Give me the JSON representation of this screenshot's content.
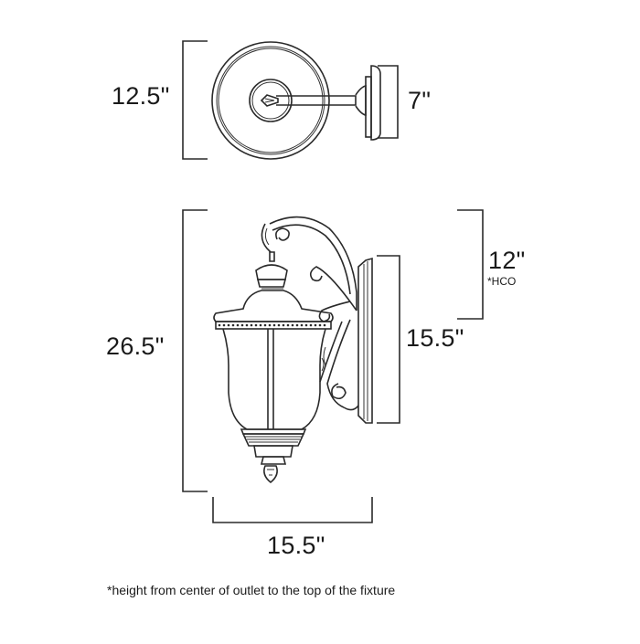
{
  "top_view": {
    "width_label": "12.5\"",
    "depth_label": "7\""
  },
  "side_view": {
    "height_label": "26.5\"",
    "hco_label": "12\"",
    "hco_note": "*HCO",
    "backplate_label": "15.5\"",
    "width_label": "15.5\""
  },
  "footnote": "*height from center of outlet to the top of the fixture",
  "colors": {
    "line": "#2a2a2a",
    "background": "#ffffff"
  }
}
